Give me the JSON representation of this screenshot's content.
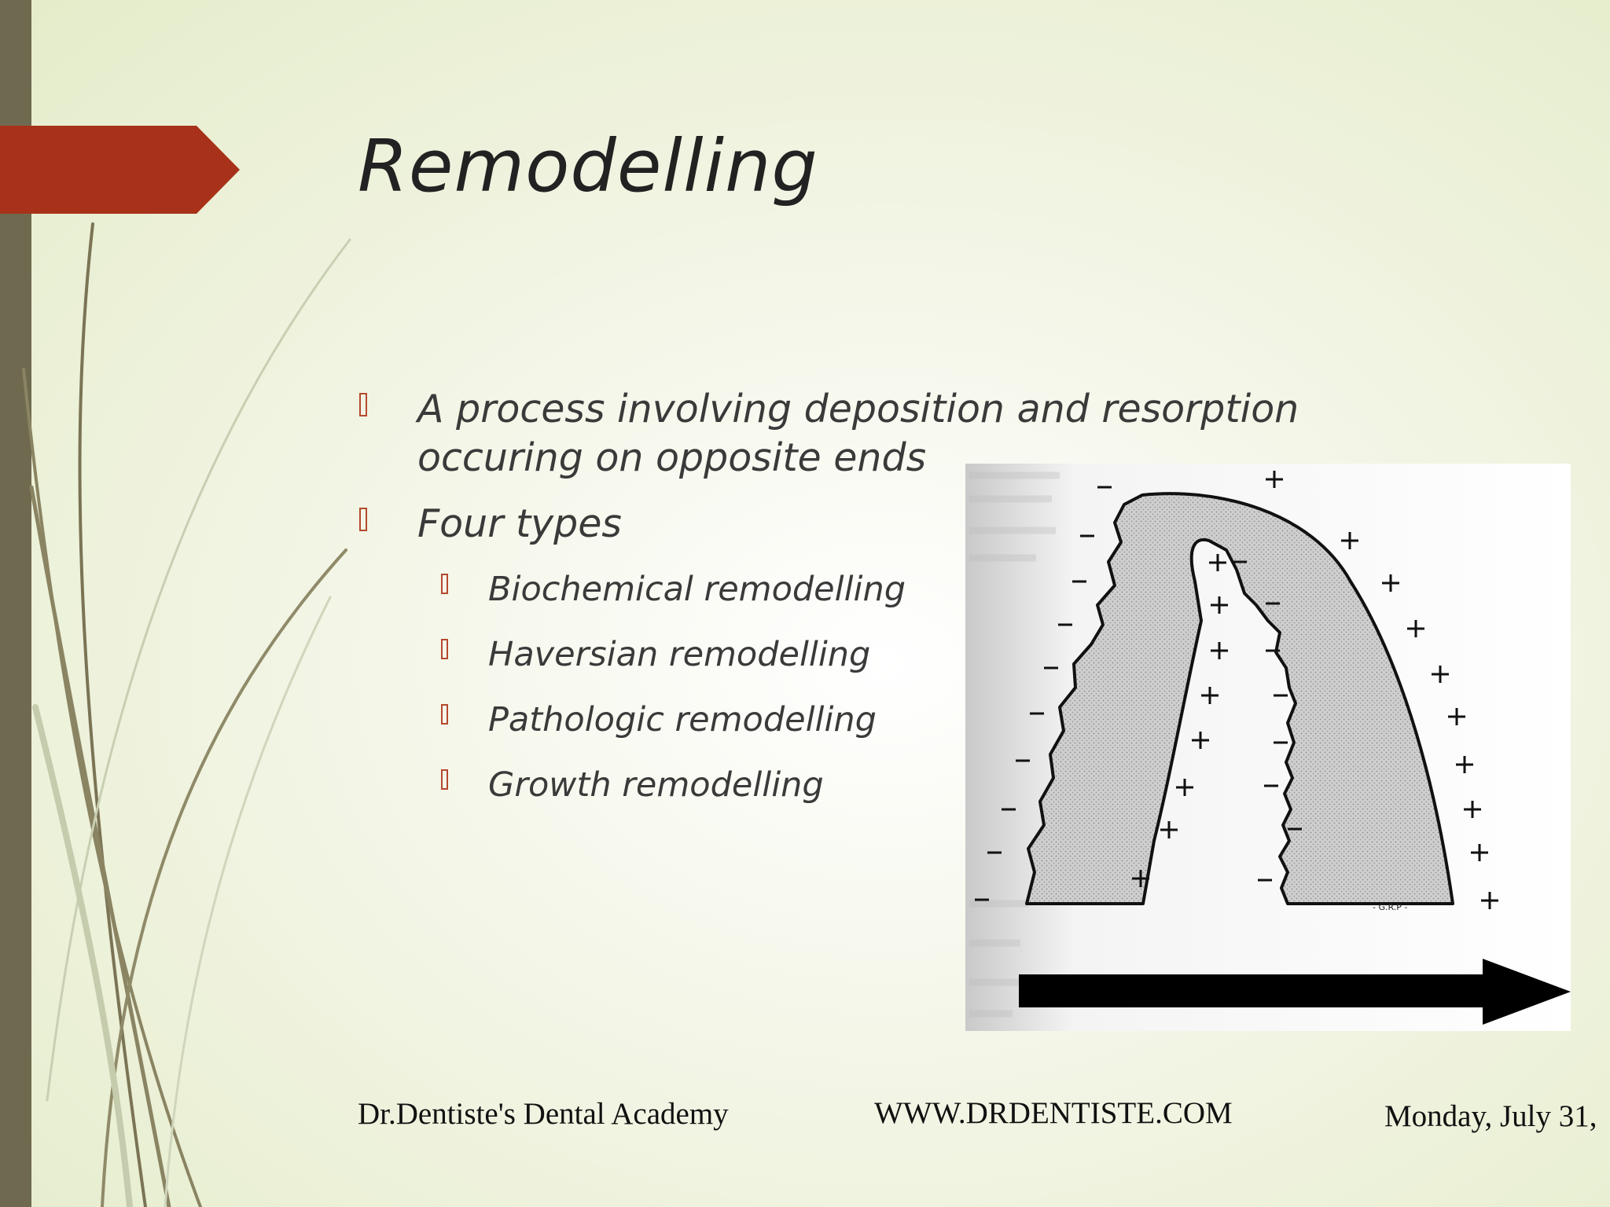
{
  "slide": {
    "title": "Remodelling",
    "bullets": [
      {
        "text": "A process involving deposition and resorption occuring on opposite ends"
      },
      {
        "text": "Four types"
      }
    ],
    "subbullets": [
      {
        "text": "Biochemical remodelling"
      },
      {
        "text": "Haversian remodelling"
      },
      {
        "text": "Pathologic remodelling"
      },
      {
        "text": "Growth remodelling"
      }
    ],
    "figure": {
      "signature": "- G.R.P -"
    }
  },
  "footer": {
    "academy": "Dr.Dentiste's Dental Academy",
    "website": "WWW.DRDENTISTE.COM",
    "date": "Monday, July 31,"
  },
  "colors": {
    "accent_red": "#a83219",
    "side_bar": "#6f6a4f",
    "bullet_marker": "#b5492e"
  }
}
